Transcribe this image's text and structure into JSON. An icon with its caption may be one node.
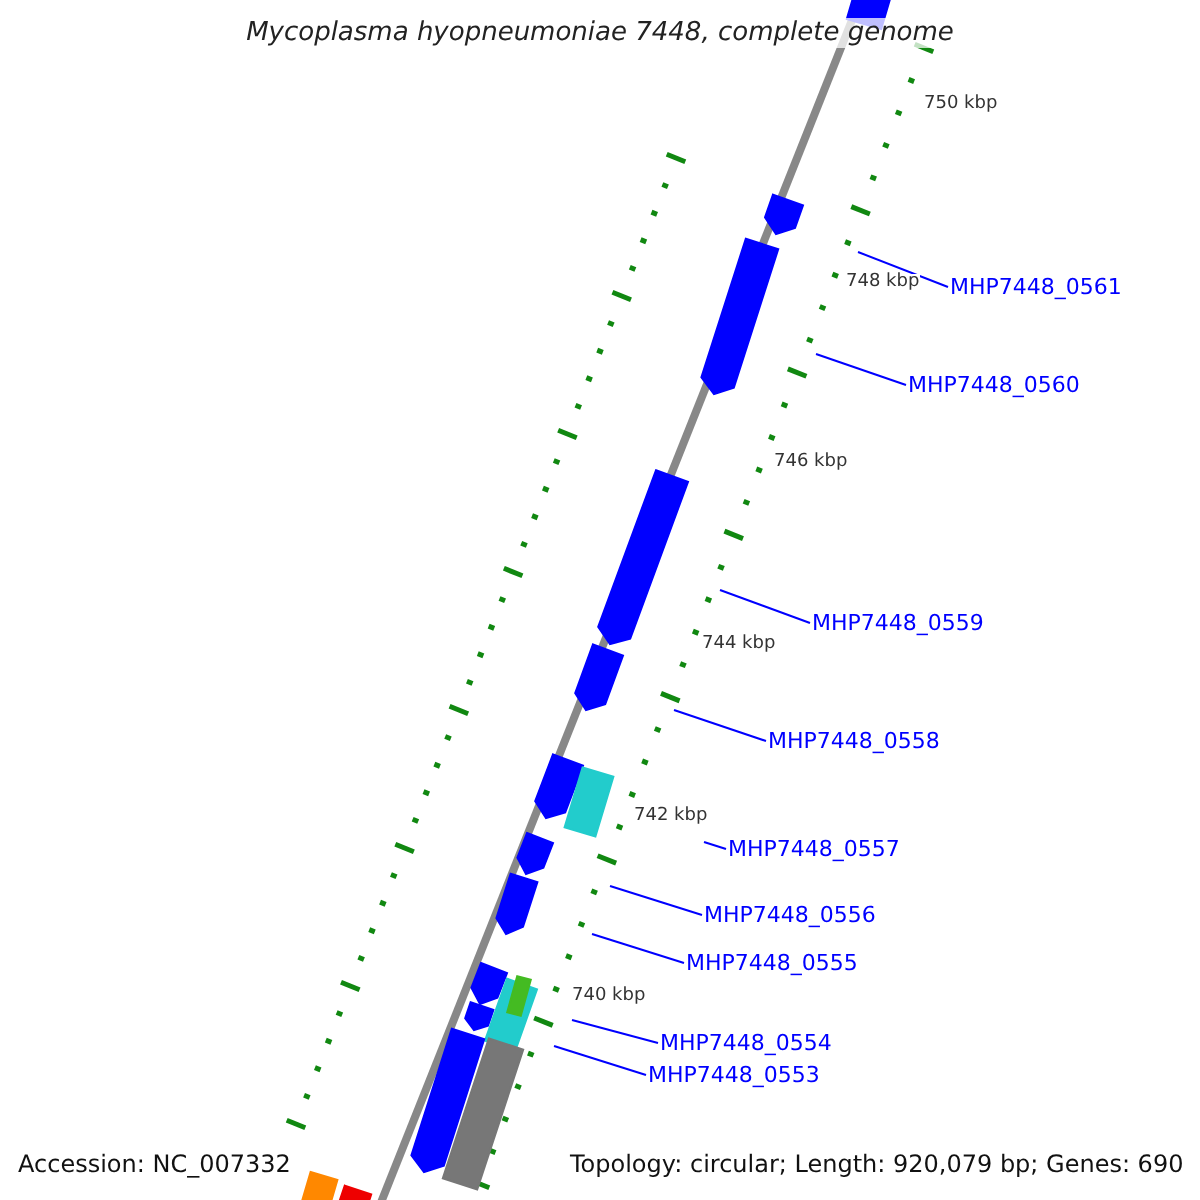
{
  "diagram": {
    "title": "Mycoplasma hyopneumoniae 7448, complete genome",
    "nodes": [
      {
        "text": [
          "MHP7448_0561"
        ]
      },
      {
        "text": [
          "MHP7448_0560"
        ]
      },
      {
        "text": [
          "MHP7448_0559"
        ]
      },
      {
        "text": [
          "MHP7448_0558"
        ]
      },
      {
        "text": [
          "MHP7448_0557"
        ]
      },
      {
        "text": [
          "MHP7448_0556"
        ]
      },
      {
        "text": [
          "MHP7448_0555"
        ]
      },
      {
        "text": [
          "MHP7448_0554"
        ]
      },
      {
        "text": [
          "MHP7448_0553"
        ]
      }
    ],
    "edges": [
      {
        "from": 0,
        "to": null,
        "arrow": "none"
      },
      {
        "from": 1,
        "to": null,
        "arrow": "none"
      },
      {
        "from": 2,
        "to": null,
        "arrow": "none"
      },
      {
        "from": 3,
        "to": null,
        "arrow": "none"
      },
      {
        "from": 4,
        "to": null,
        "arrow": "none"
      },
      {
        "from": 5,
        "to": null,
        "arrow": "none"
      },
      {
        "from": 6,
        "to": null,
        "arrow": "none"
      },
      {
        "from": 7,
        "to": null,
        "arrow": "none"
      },
      {
        "from": 8,
        "to": null,
        "arrow": "none"
      }
    ],
    "labels": [
      "750 kbp",
      "748 kbp",
      "746 kbp",
      "744 kbp",
      "742 kbp",
      "740 kbp",
      "Accession: NC_007332",
      "Topology: circular; Length: 920,079 bp; Genes: 690"
    ]
  }
}
